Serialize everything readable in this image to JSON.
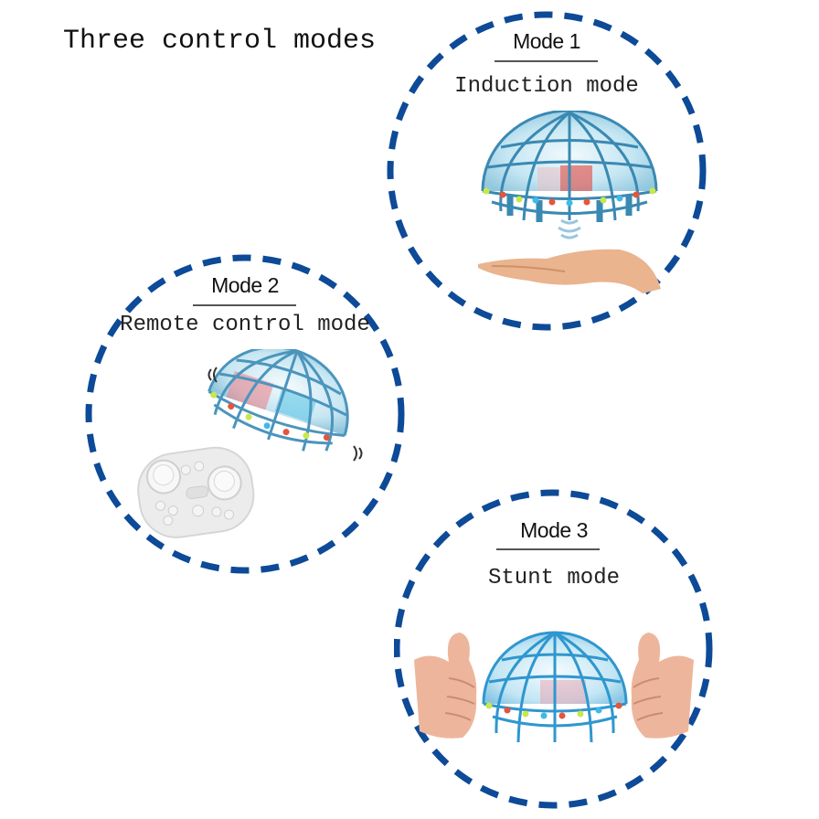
{
  "title": "Three control modes",
  "accent_color": "#0d4a97",
  "modes": [
    {
      "label": "Mode 1",
      "name": "Induction mode",
      "illustration": "flying-ball-over-open-palm"
    },
    {
      "label": "Mode 2",
      "name": "Remote control mode",
      "illustration": "flying-ball-with-remote-controller"
    },
    {
      "label": "Mode 3",
      "name": "Stunt mode",
      "illustration": "flying-ball-between-two-hands"
    }
  ]
}
